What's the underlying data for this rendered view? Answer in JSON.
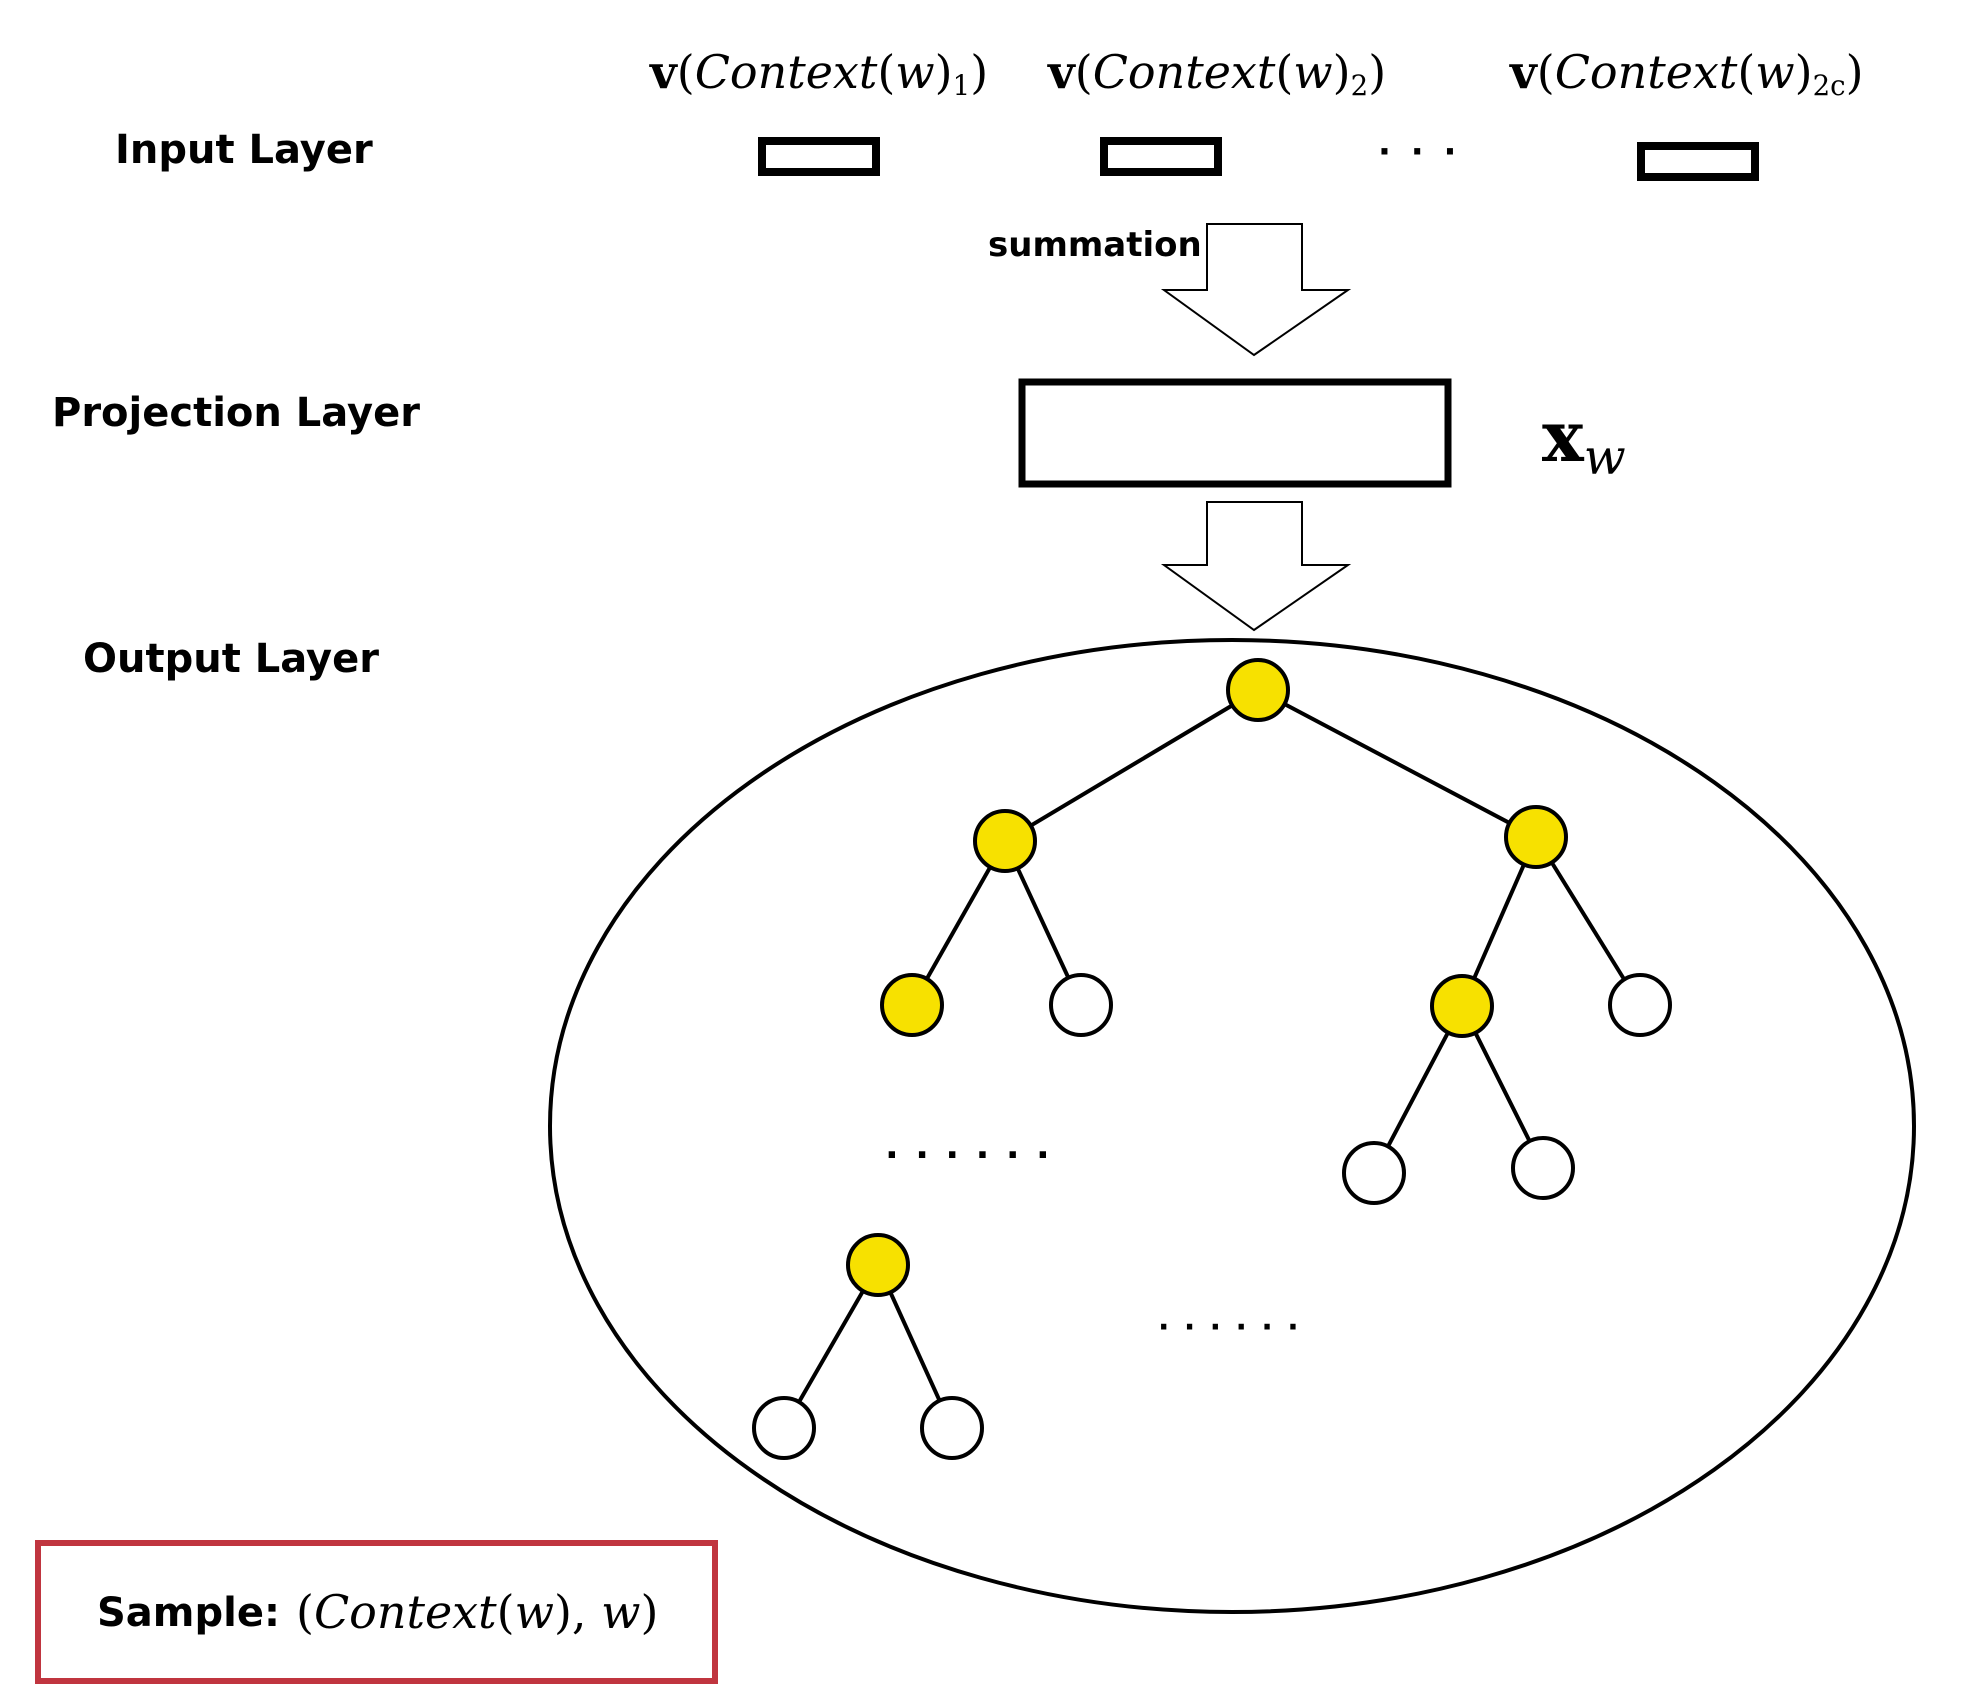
{
  "layers": {
    "input": "Input  Layer",
    "projection": "Projection  Layer",
    "output": "Output Layer"
  },
  "input_vectors": {
    "v1": {
      "symbol": "v",
      "func": "Context",
      "arg": "w",
      "sub": "1"
    },
    "v2": {
      "symbol": "v",
      "func": "Context",
      "arg": "w",
      "sub": "2"
    },
    "v3": {
      "symbol": "v",
      "func": "Context",
      "arg": "w",
      "sub": "2c"
    },
    "ellipsis": "· · ·"
  },
  "summation_label": "summation",
  "projection": {
    "symbol": "x",
    "sub": "w"
  },
  "tree": {
    "ellipsis_left": "· · · · · ·",
    "ellipsis_right": "· · · · · ·"
  },
  "sample": {
    "label": "Sample:",
    "func": "Context",
    "arg": "w",
    "second": "w"
  },
  "colors": {
    "path_node": "#f7e100",
    "leaf_node": "#ffffff",
    "stroke": "#000000",
    "sample_border": "#c0353f"
  }
}
